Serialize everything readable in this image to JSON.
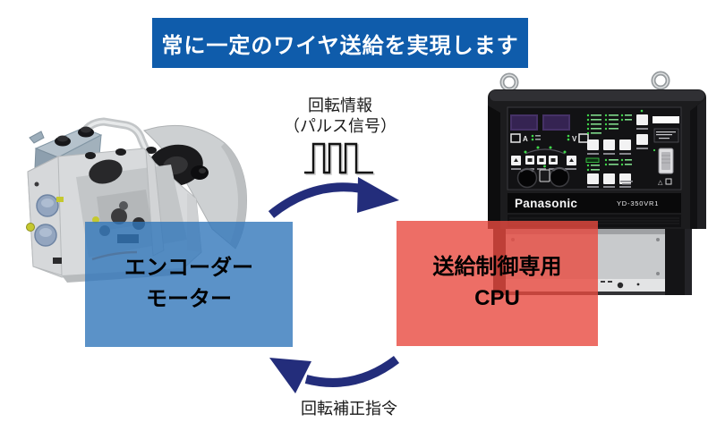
{
  "banner": {
    "text": "常に一定のワイヤ送給を実現します"
  },
  "flow": {
    "top": {
      "line1": "回転情報",
      "line2": "（パルス信号）",
      "icon": "pulse-waveform-icon",
      "direction": "left-to-right"
    },
    "bottom": {
      "label": "回転補正指令",
      "icon": "curved-arrow-left-icon",
      "direction": "right-to-left"
    }
  },
  "boxes": {
    "encoder": {
      "line1": "エンコーダー",
      "line2": "モーター"
    },
    "cpu": {
      "line1": "送給制御専用",
      "line2": "CPU"
    }
  },
  "machine": {
    "brand": "Panasonic",
    "model": "YD-350VR1"
  },
  "icons": {
    "pulse": "pulse-waveform-icon",
    "arrow_right": "curved-arrow-right-icon",
    "arrow_left": "curved-arrow-left-icon",
    "feeder": "wire-feeder-image",
    "power_source": "welding-power-source-image"
  },
  "colors": {
    "banner_bg": "#0F5CAB",
    "banner_text": "#FFFFFF",
    "encoder_box": "#3277BA",
    "cpu_box": "#E84A40",
    "box_opacity": "0.8",
    "arrow": "#232D7B",
    "label_text": "#1A1A1A",
    "box_text": "#000000",
    "pulse": "#141414"
  }
}
